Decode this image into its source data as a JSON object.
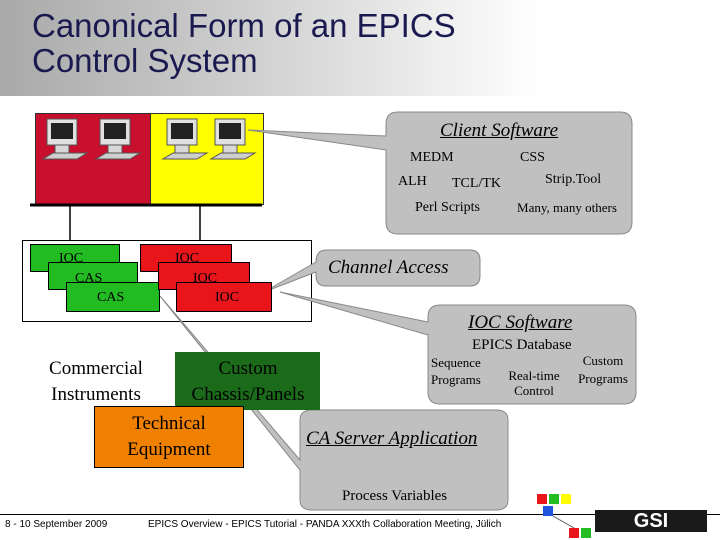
{
  "title": "Canonical Form of an EPICS\nControl System",
  "client_callout": {
    "heading": "Client Software",
    "items": [
      "MEDM",
      "CSS",
      "ALH",
      "TCL/TK",
      "Strip.Tool",
      "Perl Scripts",
      "Many, many others"
    ]
  },
  "channel_access": "Channel Access",
  "ioc_stack_left": [
    "IOC",
    "CAS",
    "CAS"
  ],
  "ioc_stack_right": [
    "IOC",
    "IOC",
    "IOC"
  ],
  "ioc_callout": {
    "heading": "IOC Software",
    "database": "EPICS Database",
    "seq": "Sequence Programs",
    "rt": "Real-time Control",
    "custom": "Custom Programs"
  },
  "equipment": {
    "commercial": "Commercial Instruments",
    "custom": "Custom Chassis/Panels",
    "technical": "Technical Equipment"
  },
  "ca_server": {
    "heading": "CA Server Application",
    "process_variables": "Process Variables"
  },
  "footer": {
    "date": "8 - 10 September 2009",
    "center": "EPICS Overview - EPICS Tutorial - PANDA XXXth Collaboration Meeting, Jülich",
    "logo": "GSI"
  },
  "colors": {
    "red": "#c8102e",
    "yellow": "#ffff00",
    "green": "#22bb22",
    "orange": "#f08000",
    "darkgreen": "#1b6b1b",
    "callout": "#c0c0c0"
  }
}
